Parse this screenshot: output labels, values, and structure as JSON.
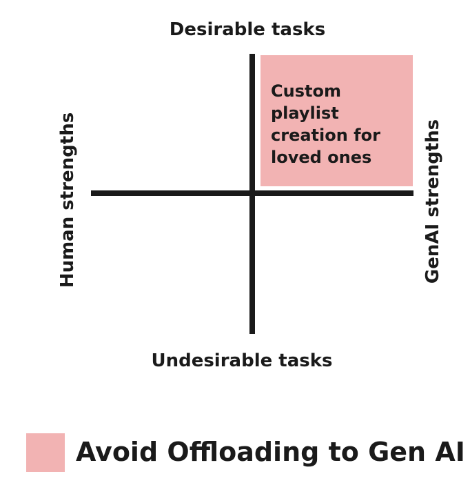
{
  "axes": {
    "top_label": "Desirable tasks",
    "bottom_label": "Undesirable tasks",
    "left_label": "Human strengths",
    "right_label": "GenAI strengths"
  },
  "quadrant_item": {
    "lines": [
      "Custom",
      "playlist",
      "creation for",
      "loved ones"
    ],
    "fill_color": "#f2b3b3"
  },
  "legend": {
    "label": "Avoid Offloading to Gen AI",
    "swatch_color": "#f2b3b3"
  },
  "colors": {
    "axis": "#1a1a1a",
    "text": "#1a1a1a",
    "background": "#ffffff"
  }
}
